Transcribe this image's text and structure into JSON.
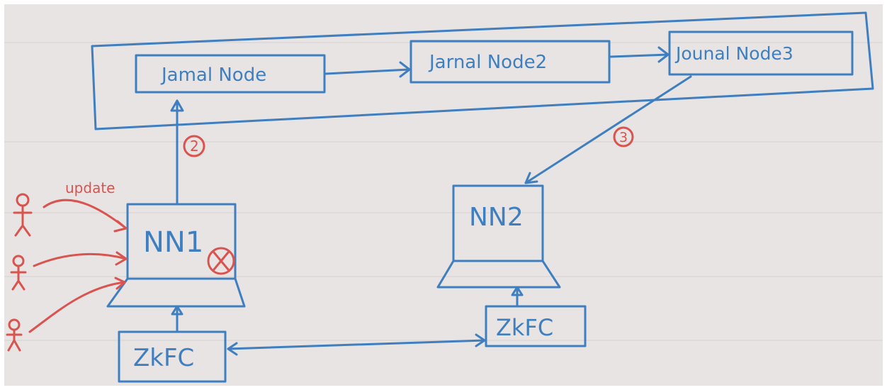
{
  "nodes": {
    "journal1": "Jamal Node",
    "journal2": "Jarnal Node2",
    "journal3": "Jounal Node3",
    "nn1": "NN1",
    "nn2": "NN2",
    "zkfc1": "ZkFC",
    "zkfc2": "ZkFC"
  },
  "annotations": {
    "step2": "2",
    "step3": "3",
    "update": "update"
  },
  "colors": {
    "paper": "#e7e4e3",
    "ink_blue": "#3f7fc0",
    "ink_red": "#d9534f"
  }
}
